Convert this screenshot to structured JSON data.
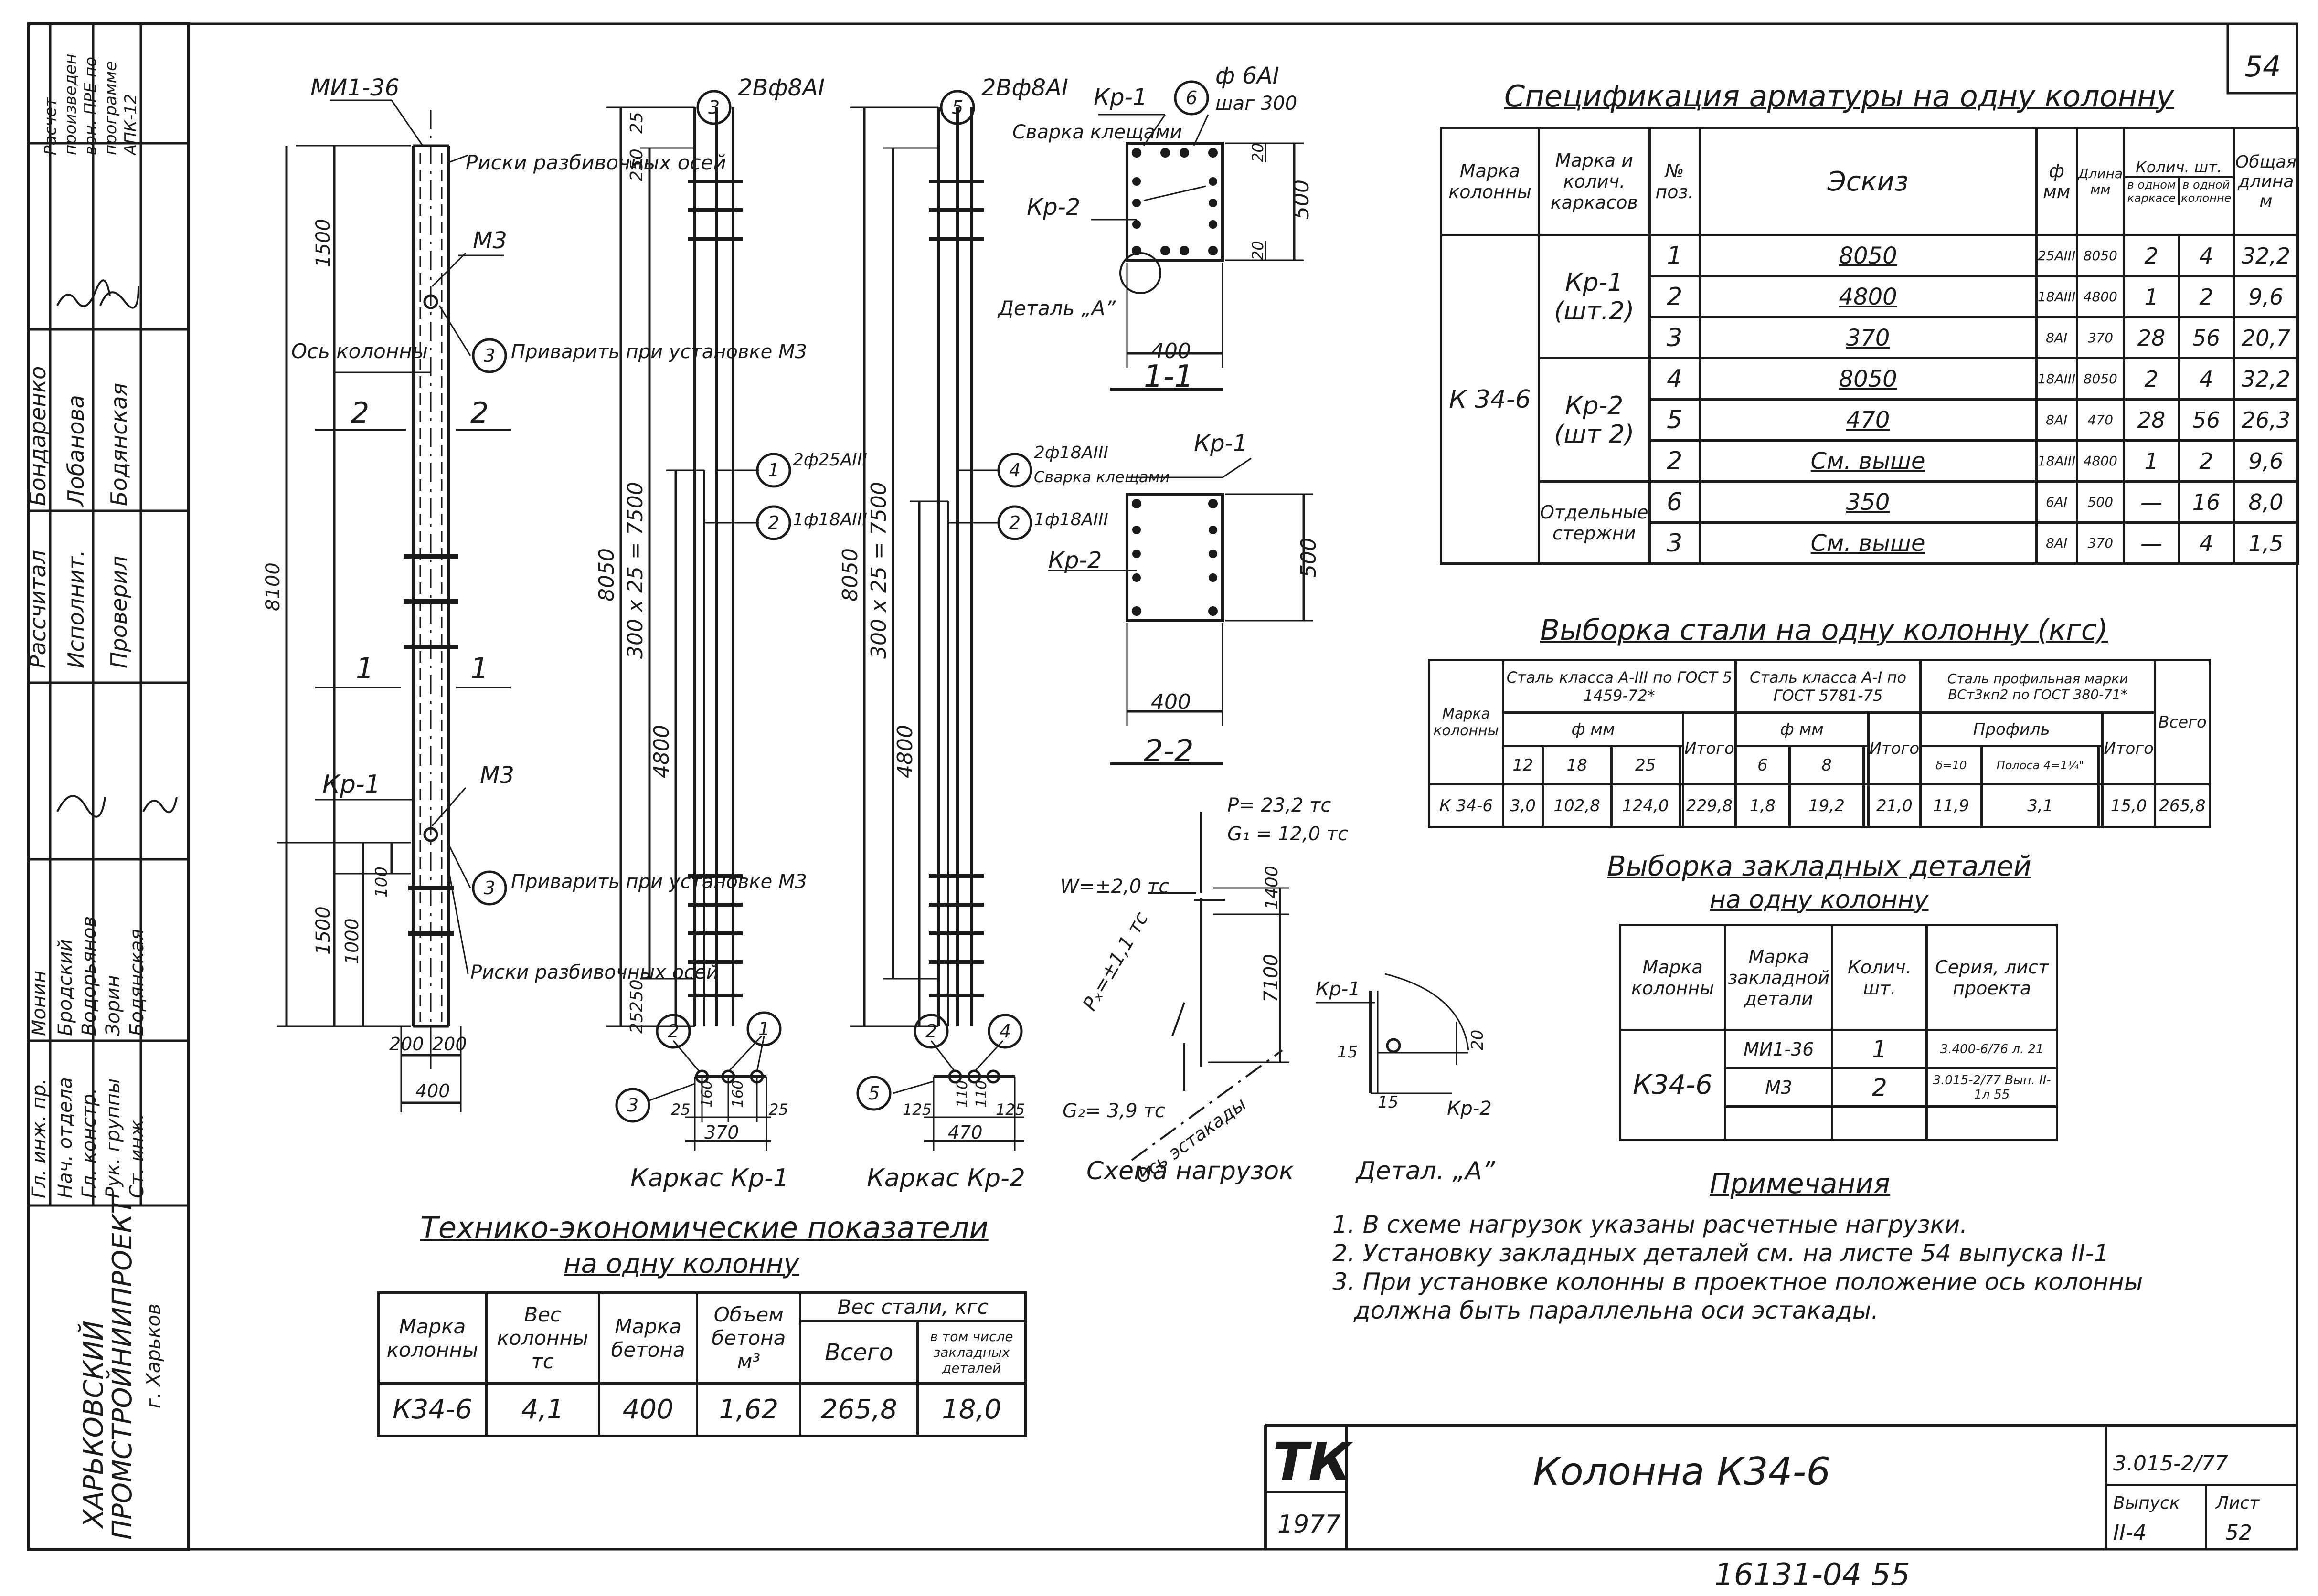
{
  "sheet": {
    "page_number": "54",
    "doc_code": "3.015-2/77",
    "issue_label": "Выпуск",
    "issue_value": "II-4",
    "sheet_label": "Лист",
    "sheet_value": "52",
    "title": "Колонна К34-6",
    "tk_logo": "ТК",
    "year": "1977",
    "bottom_stamp": "16131-04  55"
  },
  "side_stamp": {
    "org_line1": "ХАРЬКОВСКИЙ",
    "org_line2": "ПРОМСТРОЙНИИПРОЕКТ",
    "org_line3": "г. Харьков",
    "calc_note": "Расчет произведен вон. ПРЕ по программе АПК-12",
    "roles1": [
      "Рассчитал",
      "Исполнит.",
      "Проверил"
    ],
    "names1": [
      "Бондаренко",
      "Лобанова",
      "Бодянская"
    ],
    "roles2": [
      "Гл. инж. пр.",
      "Нач. отдела",
      "Гл. констр.",
      "Рук. группы",
      "Ст. инж."
    ],
    "names2": [
      "Монин",
      "Бродский",
      "Водорьянов",
      "Зорин",
      "Бодянская"
    ]
  },
  "drawing_labels": {
    "mi": "МИ1-36",
    "riski_top": "Риски разбивочных осей",
    "m3_top": "М3",
    "os_kolonny": "Ось колонны",
    "privarit_top": "Приварить при установке М3",
    "sec22_left": "2",
    "sec22_right": "2",
    "sec11_left": "1",
    "sec11_right": "1",
    "kr1_left": "Кр-1",
    "m3_bottom": "М3",
    "privarit_bottom": "Приварить при установке М3",
    "riski_bottom": "Риски разбивочных осей",
    "dim_1500_top": "1500",
    "dim_8100": "8100",
    "dim_1500_bot": "1500",
    "dim_1000": "1000",
    "dim_100": "100",
    "dim_200a": "200",
    "dim_200b": "200",
    "dim_400": "400",
    "cage1_bar3": "2Вф8АI",
    "cage1_bar1": "2ф25АIII",
    "cage1_bar2": "1ф18АIII",
    "cage1_8050": "8050",
    "cage1_7500": "300 х 25 = 7500",
    "cage1_4800": "4800",
    "cage1_25": "25",
    "cage1_250": "250",
    "cage1_250b": "250",
    "cage1_25b": "25",
    "cage2_bar5": "2Вф8АI",
    "cage2_bar4": "2ф18АIII",
    "cage2_svarka": "Сварка клещами",
    "cage2_bar2": "1ф18АIII",
    "cage2_8050": "8050",
    "cage2_7500": "300 х 25 = 7500",
    "cage2_4800": "4800",
    "sec1_kr1": "Кр-1",
    "sec1_kr2": "Кр-2",
    "sec1_svarka": "Сварка клещами",
    "sec1_bar6": "ф 6АI",
    "sec1_shag": "шаг 300",
    "sec1_detal": "Деталь „А”",
    "sec1_400": "400",
    "sec1_500": "500",
    "sec1_20a": "20",
    "sec1_20b": "20",
    "sec1_title": "1-1",
    "sec2_kr1": "Кр-1",
    "sec2_kr2": "Кр-2",
    "sec2_400": "400",
    "sec2_500": "500",
    "sec2_title": "2-2",
    "cage_kr1_title": "Каркас Кр-1",
    "cage_kr1_dims": [
      "25",
      "160",
      "160",
      "25"
    ],
    "cage_kr1_370": "370",
    "cage_kr2_title": "Каркас Кр-2",
    "cage_kr2_dims": [
      "125",
      "110",
      "110",
      "125"
    ],
    "cage_kr2_470": "470",
    "load_p": "P= 23,2 тс",
    "load_g1": "G₁ = 12,0 тс",
    "load_w": "W=±2,0 тс",
    "load_px": "Pₓ=±1,1 тс",
    "load_g2": "G₂= 3,9 тс",
    "load_1400": "1400",
    "load_7100": "7100",
    "load_axis": "Ось эстакады",
    "load_title": "Схема нагрузок",
    "detA_kr1": "Кр-1",
    "detA_kr2": "Кр-2",
    "detA_15a": "15",
    "detA_15b": "15",
    "detA_20": "20",
    "detA_title": "Детал. „А”"
  },
  "spec": {
    "title": "Спецификация арматуры на одну колонну",
    "headers": [
      "Марка колонны",
      "Марка и колич. каркасов",
      "№ поз.",
      "Эскиз",
      "ф мм",
      "Длина мм",
      "в одном каркасе",
      "в одной колонне",
      "Общая длина м"
    ],
    "count_header": "Колич. шт.",
    "mark": "К 34-6",
    "groups": [
      "Кр-1 (шт.2)",
      "Кр-2 (шт 2)",
      "Отдельные стержни"
    ],
    "rows": [
      {
        "pos": "1",
        "sketch": "8050",
        "dia": "25АIII",
        "len": "8050",
        "one": "2",
        "col": "4",
        "total": "32,2"
      },
      {
        "pos": "2",
        "sketch": "4800",
        "dia": "18АIII",
        "len": "4800",
        "one": "1",
        "col": "2",
        "total": "9,6"
      },
      {
        "pos": "3",
        "sketch": "370",
        "dia": "8АI",
        "len": "370",
        "one": "28",
        "col": "56",
        "total": "20,7"
      },
      {
        "pos": "4",
        "sketch": "8050",
        "dia": "18АIII",
        "len": "8050",
        "one": "2",
        "col": "4",
        "total": "32,2"
      },
      {
        "pos": "5",
        "sketch": "470",
        "dia": "8АI",
        "len": "470",
        "one": "28",
        "col": "56",
        "total": "26,3"
      },
      {
        "pos": "2",
        "sketch": "См. выше",
        "dia": "18АIII",
        "len": "4800",
        "one": "1",
        "col": "2",
        "total": "9,6"
      },
      {
        "pos": "6",
        "sketch": "350",
        "dia": "6АI",
        "len": "500",
        "one": "—",
        "col": "16",
        "total": "8,0"
      },
      {
        "pos": "3",
        "sketch": "См. выше",
        "dia": "8АI",
        "len": "370",
        "one": "—",
        "col": "4",
        "total": "1,5"
      }
    ]
  },
  "steel": {
    "title": "Выборка стали на одну колонну (кгс)",
    "h_mark": "Марка колонны",
    "h_a3": "Сталь класса А-III по ГОСТ 5 1459-72*",
    "h_a1": "Сталь класса А-I по ГОСТ 5781-75",
    "h_prof": "Сталь профильная марки ВСт3кп2 по ГОСТ 380-71*",
    "h_fmm": "ф мм",
    "h_fmm2": "ф мм",
    "h_profil": "Профиль",
    "h_itogo": "Итого",
    "h_itogo2": "Итого",
    "h_itogo3": "Итого",
    "h_vsego": "Всего",
    "sub_a3": [
      "12",
      "18",
      "25",
      ""
    ],
    "sub_a1": [
      "6",
      "8",
      ""
    ],
    "sub_prof": [
      "δ=10",
      "Полоса 4=1¼\"",
      ""
    ],
    "row": [
      "К 34-6",
      "3,0",
      "102,8",
      "124,0",
      "",
      "229,8",
      "1,8",
      "19,2",
      "",
      "21,0",
      "11,9",
      "3,1",
      "",
      "15,0",
      "265,8"
    ]
  },
  "embedded": {
    "title": "Выборка закладных деталей",
    "subtitle": "на одну колонну",
    "headers": [
      "Марка колонны",
      "Марка закладной детали",
      "Колич. шт.",
      "Серия, лист проекта"
    ],
    "mark": "К34-6",
    "rows": [
      {
        "part": "МИ1-36",
        "qty": "1",
        "series": "3.400-6/76 л. 21"
      },
      {
        "part": "М3",
        "qty": "2",
        "series": "3.015-2/77 Вып. II-1л 55"
      }
    ]
  },
  "notes": {
    "title": "Примечания",
    "items": [
      "1. В схеме нагрузок указаны расчетные нагрузки.",
      "2. Установку закладных деталей см. на листе 54 выпуска II-1",
      "3. При установке колонны в проектное положение ось колонны",
      "должна быть параллельна оси эстакады."
    ]
  },
  "tep": {
    "title": "Технико-экономические показатели",
    "subtitle": "на одну колонну",
    "headers": [
      "Марка колонны",
      "Вес колонны тс",
      "Марка бетона",
      "Объем бетона м³",
      "Вес стали, кгс",
      "Всего",
      "в том числе закладных деталей"
    ],
    "row": [
      "К34-6",
      "4,1",
      "400",
      "1,62",
      "265,8",
      "18,0"
    ]
  }
}
